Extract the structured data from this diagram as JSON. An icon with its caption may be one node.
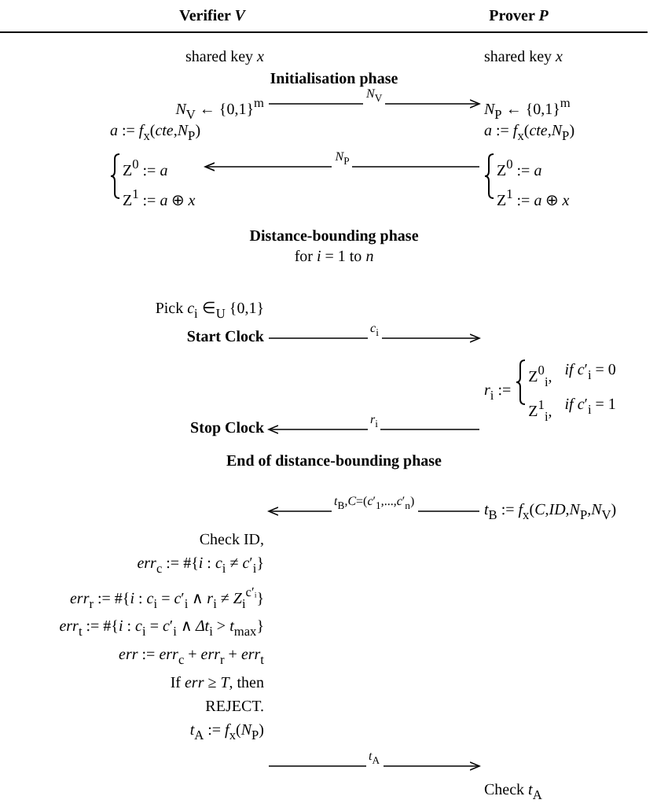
{
  "diagram": {
    "nodes": [
      {
        "text": [
          "*N*$_{V}$ ← {0,1}$^{m}$"
        ]
      },
      {
        "text": [
          "*N*$_{P}$ ← {0,1}$^{m}$"
        ]
      },
      {
        "text": [
          "*a* := *f*$_{x}$(*cte*,*N*$_{P}$)",
          "Z$^{0}$ := *a*",
          "Z$^{1}$ := *a* ⊕ *x*"
        ]
      },
      {
        "text": [
          "*a* := *f*$_{x}$(*cte*,*N*$_{P}$)",
          "Z$^{0}$ := *a*",
          "Z$^{1}$ := *a* ⊕ *x*"
        ]
      },
      {
        "text": [
          "Start Clock"
        ]
      },
      {
        "text": [
          "*r*$_{i}$ :=",
          "Z$^{0}$$_{i}$,",
          "*if c*′$_{i}$ = 0",
          "Z$^{1}$$_{i}$,",
          "*if c*′$_{i}$ = 1"
        ]
      },
      {
        "text": [
          "Stop Clock"
        ]
      },
      {
        "text": [
          "*t*$_{B}$ := *f*$_{x}$(*C*,*ID*,*N*$_{P}$,*N*$_{V}$)"
        ]
      },
      {
        "text": [
          "Check ID,",
          "*err*$_{c}$ := #{*i* : *c*$_{i}$ ≠ *c*′$_{i}$}",
          "*err*$_{r}$ := #{*i* : *c*$_{i}$ = *c*′$_{i}$ ∧ *r*$_{i}$ ≠ *Z*$_{i}$$^{c′ᵢ}$}",
          "*err*$_{t}$ := #{*i* : *c*$_{i}$ = *c*′$_{i}$ ∧ *Δt*$_{i}$ > *t*$_{max}$}",
          "*err* := *err*$_{c}$ + *err*$_{r}$ + *err*$_{t}$",
          "If *err* ≥ *T*, then REJECT.",
          "*t*$_{A}$ := *f*$_{x}$(*N*$_{P}$)"
        ]
      },
      {
        "text": [
          "Check *t*$_{A}$"
        ]
      }
    ],
    "edges": [
      {
        "from": 0,
        "to": 1,
        "arrow": "to",
        "label": "*N*$_{V}$"
      },
      {
        "from": 3,
        "to": 2,
        "arrow": "to",
        "label": "*N*$_{P}$"
      },
      {
        "from": 4,
        "to": 5,
        "arrow": "to",
        "label": "*c*$_{i}$"
      },
      {
        "from": 5,
        "to": 6,
        "arrow": "to",
        "label": "*r*$_{i}$"
      },
      {
        "from": 7,
        "to": 8,
        "arrow": "to",
        "label": "*t*$_{B}$,*C*=(*c*′$_{1}$,...,*c*′$_{n}$)"
      },
      {
        "from": 8,
        "to": 9,
        "arrow": "to",
        "label": "*t*$_{A}$"
      }
    ],
    "labels": [
      "Verifier *V*",
      "Prover *P*",
      "shared key *x*",
      "shared key *x*",
      "Initialisation phase",
      "Distance-bounding phase",
      "for *i* = 1 to *n*",
      "Pick *c*$_{i}$ ∈$_{U}$ {0,1}",
      "End of distance-bounding phase"
    ]
  }
}
